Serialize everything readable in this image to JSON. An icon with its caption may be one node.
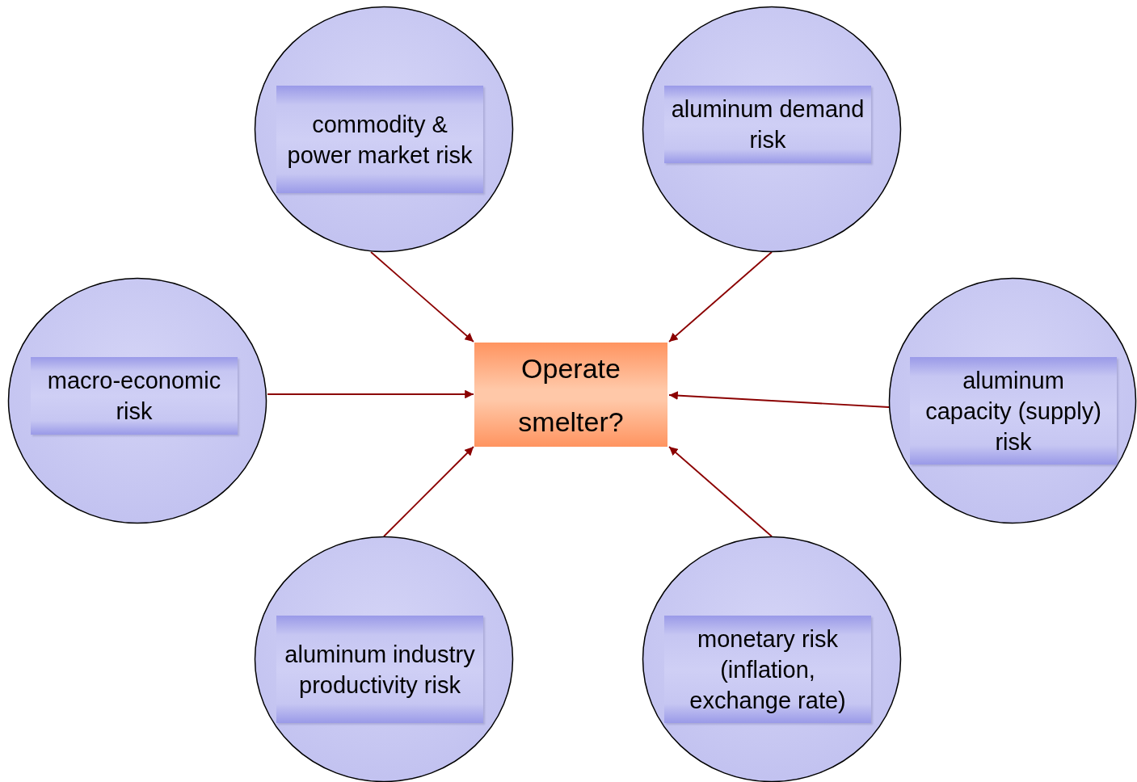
{
  "diagram": {
    "nodes": [
      {
        "text": [
          "Operate smelter?"
        ]
      },
      {
        "text": [
          "commodity & power  market risk"
        ]
      },
      {
        "text": [
          "aluminum demand risk"
        ]
      },
      {
        "text": [
          "macro-economic risk"
        ]
      },
      {
        "text": [
          "aluminum capacity (supply) risk"
        ]
      },
      {
        "text": [
          "aluminum industry productivity risk"
        ]
      },
      {
        "text": [
          "monetary risk (inflation, exchange rate)"
        ]
      }
    ],
    "edges": [
      {
        "from": 1,
        "to": 0,
        "arrow": "to"
      },
      {
        "from": 2,
        "to": 0,
        "arrow": "to"
      },
      {
        "from": 3,
        "to": 0,
        "arrow": "to"
      },
      {
        "from": 4,
        "to": 0,
        "arrow": "to"
      },
      {
        "from": 5,
        "to": 0,
        "arrow": "to"
      },
      {
        "from": 6,
        "to": 0,
        "arrow": "to"
      }
    ]
  }
}
